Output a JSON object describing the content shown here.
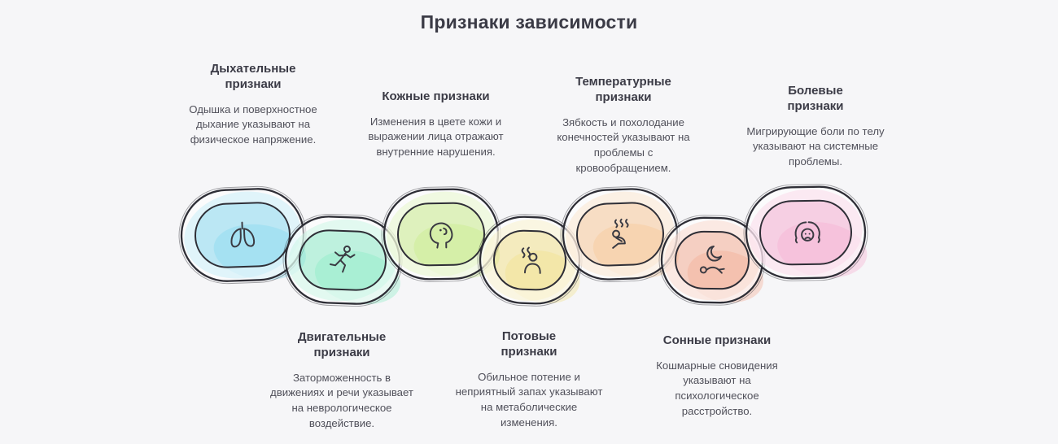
{
  "title": "Признаки зависимости",
  "page": {
    "background": "#f6f6f8",
    "outline_color": "#2e2e36"
  },
  "items": [
    {
      "id": "respiratory",
      "label": "Дыхательные признаки",
      "description": "Одышка и поверхностное дыхание указывают на физическое напряжение.",
      "color": "#7fd7ef",
      "icon": "lungs-icon",
      "position": "top"
    },
    {
      "id": "motor",
      "label": "Двигательные признаки",
      "description": "Заторможенность в движениях и речи указывает на неврологическое воздействие.",
      "color": "#85ecc4",
      "icon": "running-person-icon",
      "position": "bottom"
    },
    {
      "id": "skin",
      "label": "Кожные признаки",
      "description": "Изменения в цвете кожи и выражении лица отражают внутренние нарушения.",
      "color": "#c6ec82",
      "icon": "face-profile-icon",
      "position": "top"
    },
    {
      "id": "sweat",
      "label": "Потовые признаки",
      "description": "Обильное потение и неприятный запах указывают на метаболические изменения.",
      "color": "#f1e083",
      "icon": "sweating-person-icon",
      "position": "bottom"
    },
    {
      "id": "temperature",
      "label": "Температурные признаки",
      "description": "Зябкость и похолодание конечностей указывают на проблемы с кровообращением.",
      "color": "#f7c48f",
      "icon": "shivering-person-icon",
      "position": "top"
    },
    {
      "id": "sleep",
      "label": "Сонные признаки",
      "description": "Кошмарные сновидения указывают на психологическое расстройство.",
      "color": "#f4a78c",
      "icon": "sleep-moon-icon",
      "position": "bottom"
    },
    {
      "id": "pain",
      "label": "Болевые признаки",
      "description": "Мигрирующие боли по телу указывают на системные проблемы.",
      "color": "#f6a8ce",
      "icon": "headache-icon",
      "position": "top"
    }
  ]
}
